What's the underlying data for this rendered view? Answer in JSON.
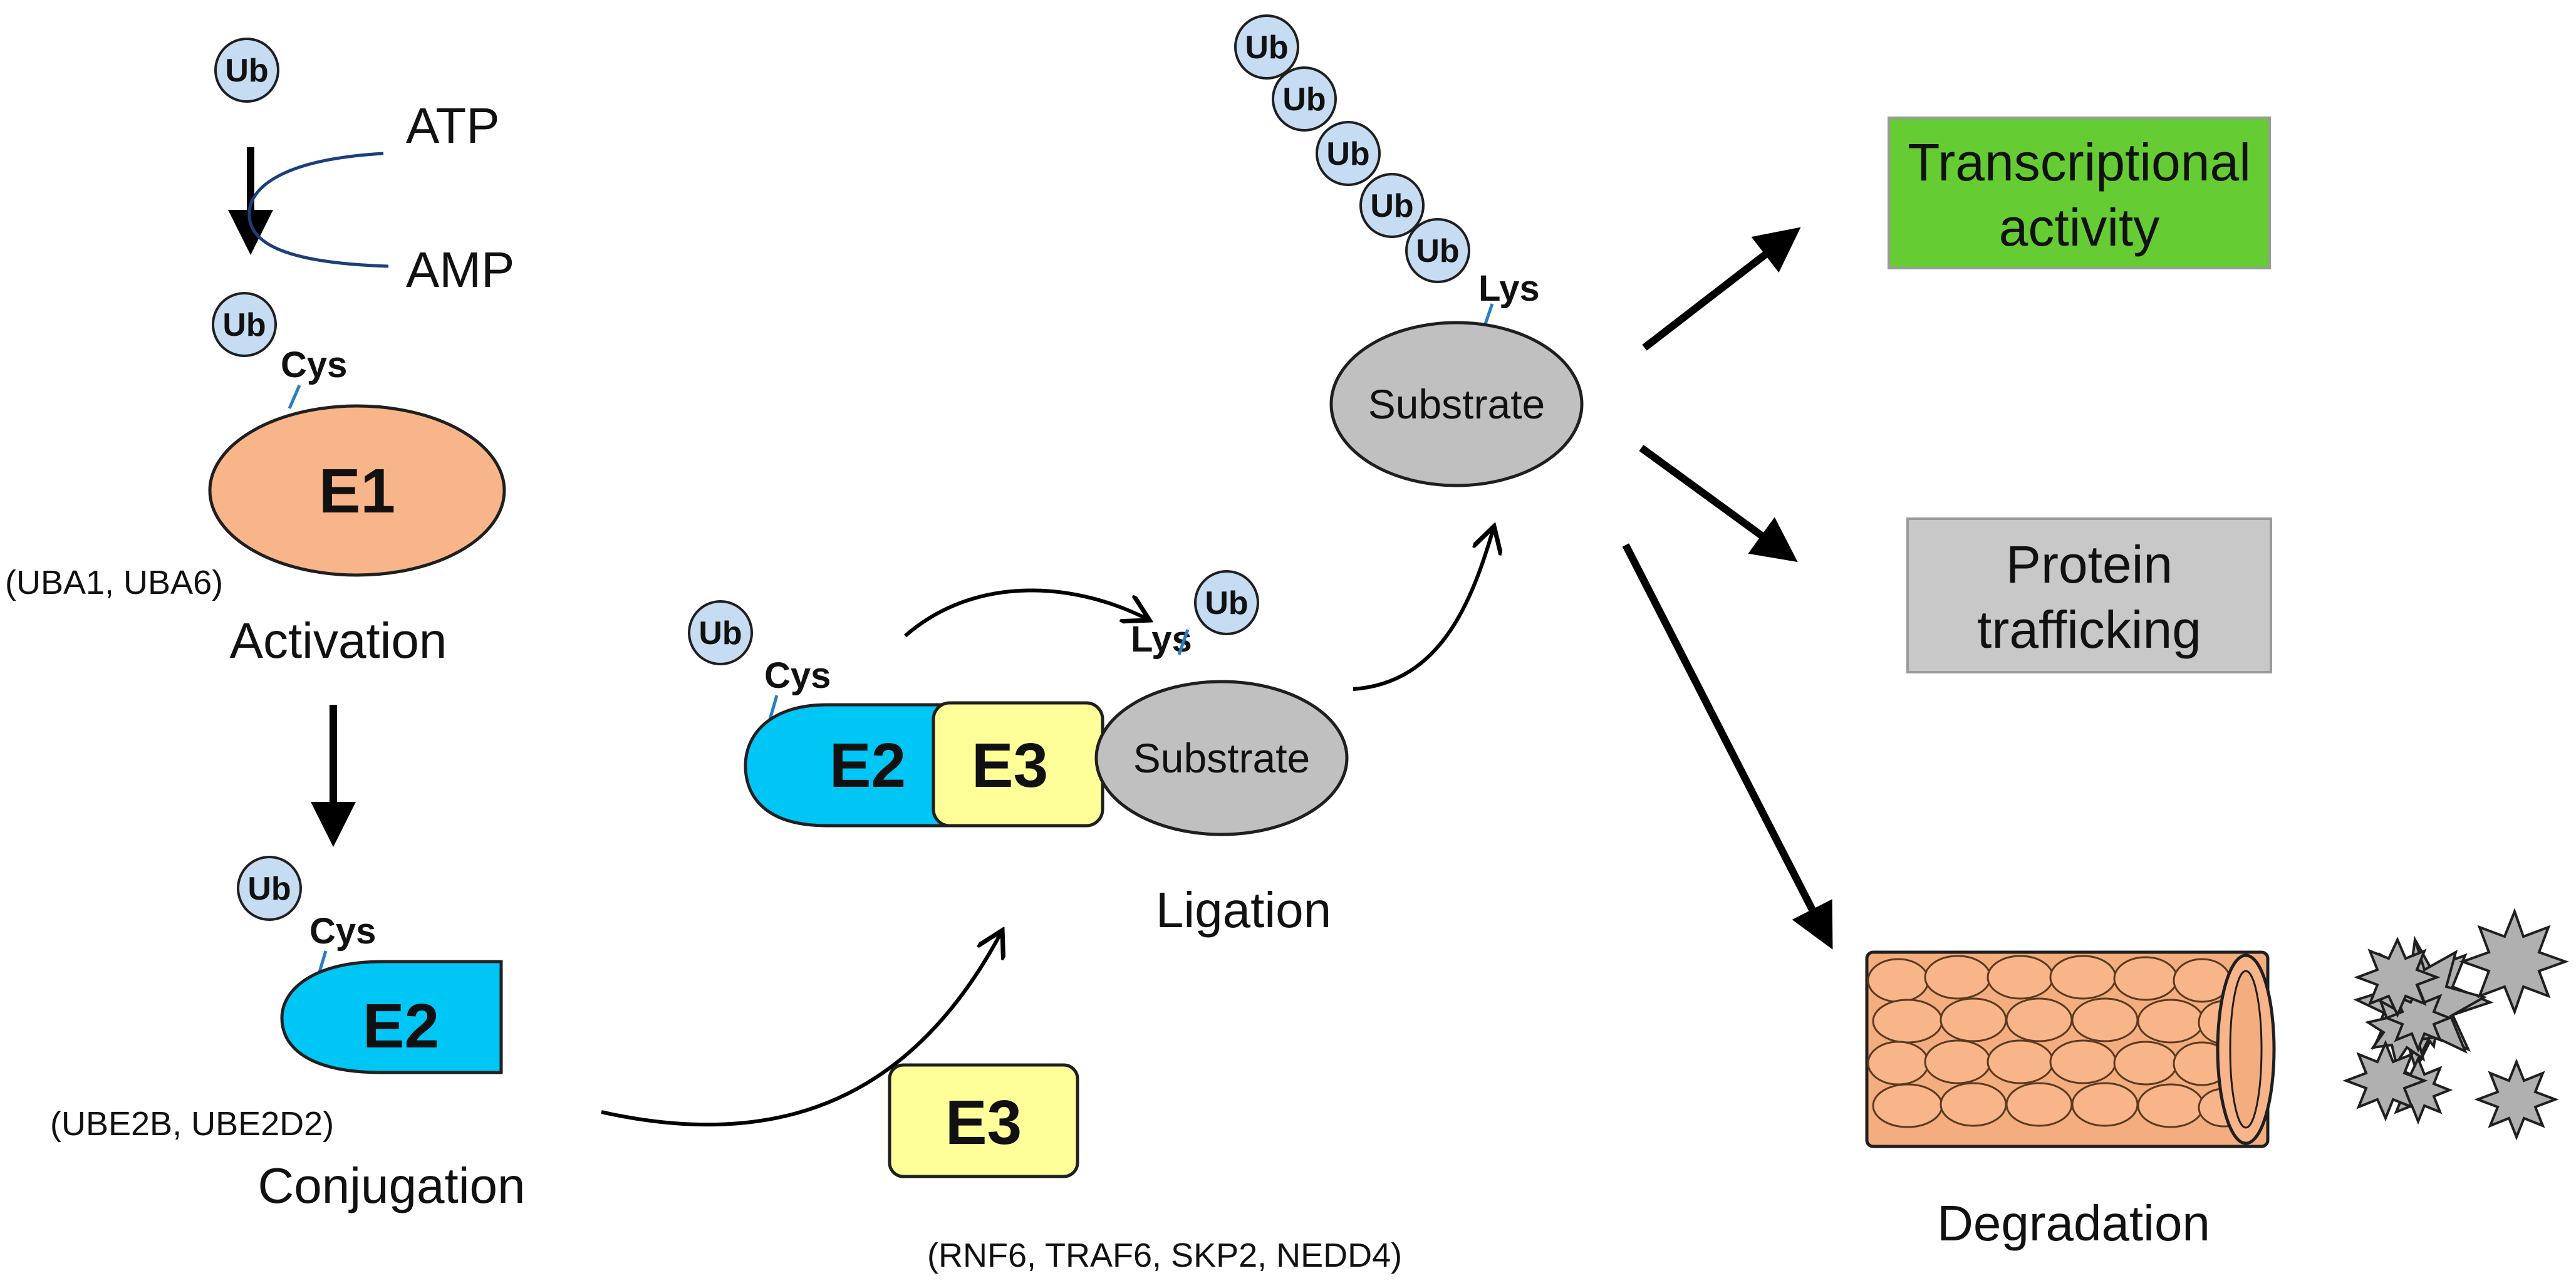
{
  "ub": "Ub",
  "cys": "Cys",
  "lys": "Lys",
  "atp": "ATP",
  "amp": "AMP",
  "e1": {
    "label": "E1",
    "genes": "(UBA1, UBA6)",
    "step": "Activation"
  },
  "e2": {
    "label": "E2",
    "genes": "(UBE2B, UBE2D2)",
    "step": "Conjugation"
  },
  "e3": {
    "label": "E3",
    "genes": "(RNF6, TRAF6, SKP2, NEDD4)"
  },
  "ligation": {
    "step": "Ligation",
    "substrate": "Substrate"
  },
  "substrate": "Substrate",
  "outcomes": {
    "transcriptional": [
      "Transcriptional",
      "activity"
    ],
    "trafficking": [
      "Protein",
      "trafficking"
    ],
    "degradation": "Degradation"
  },
  "colors": {
    "ub": "#c5dcf2",
    "e1": "#f8b58a",
    "e2": "#00c6f5",
    "e3": "#ffff99",
    "substrate": "#c0c0c0",
    "transcriptional_box": "#66cc33",
    "trafficking_box": "#c8c8c8",
    "proteasome": "#f8b58a",
    "link": "#2a7fc0"
  }
}
